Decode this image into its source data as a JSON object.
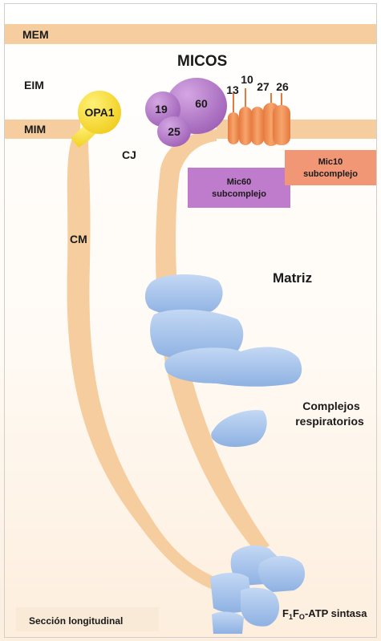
{
  "labels": {
    "mem": "MEM",
    "eim": "EIM",
    "mim": "MIM",
    "cj": "CJ",
    "cm": "CM",
    "matrix": "Matriz",
    "micos": "MICOS",
    "opa1": "OPA1",
    "mic19": "19",
    "mic25": "25",
    "mic60": "60",
    "mic13": "13",
    "mic10": "10",
    "mic27": "27",
    "mic26": "26",
    "mic60_box_line1": "Mic60",
    "mic60_box_line2": "subcomplejo",
    "mic10_box_line1": "Mic10",
    "mic10_box_line2": "subcomplejo",
    "resp_line1": "Complejos",
    "resp_line2": "respiratorios",
    "atp_prefix": "F",
    "atp_sub1": "1",
    "atp_mid": "F",
    "atp_sub2": "O",
    "atp_suffix": "-ATP sintasa",
    "section": "Sección longitudinal"
  },
  "colors": {
    "membrane": "#f6cd9e",
    "background_bottom": "#fdf0e2",
    "opa1": "#f6dc3a",
    "micos_purple": "#b178c6",
    "mic10_orange": "#ef8e57",
    "mic60_box": "#c07ccc",
    "mic10_box": "#f29775",
    "complex_blue": "#a9c6ee",
    "complex_blue_dark": "#7ea2d6"
  }
}
